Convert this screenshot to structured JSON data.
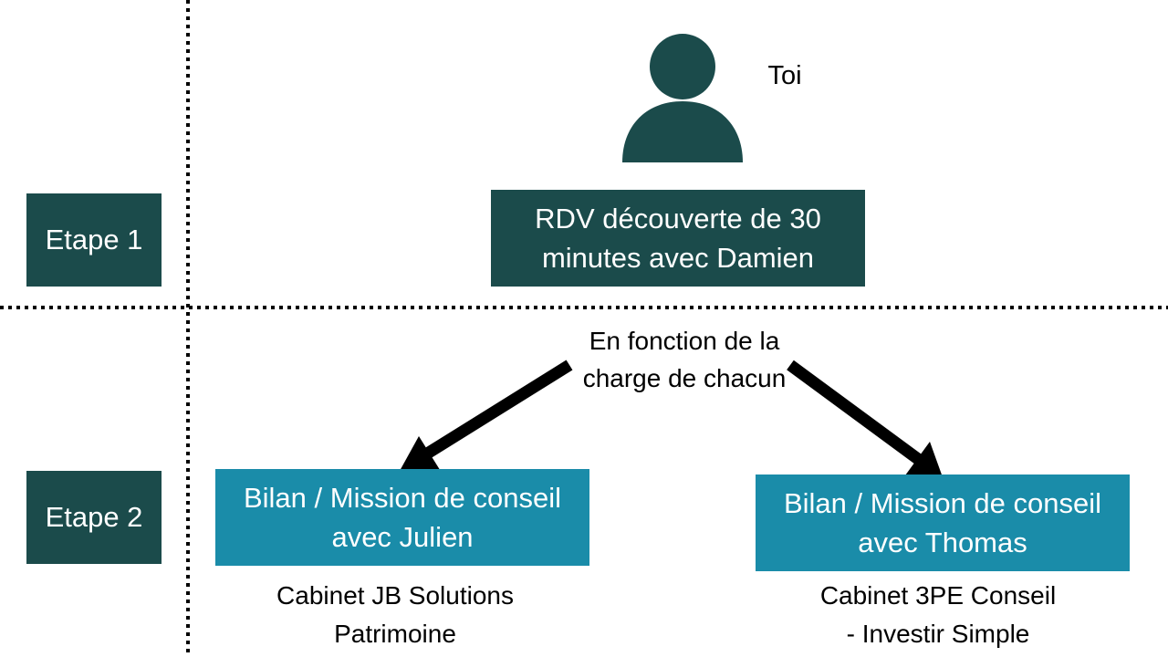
{
  "person": {
    "icon": "person-icon",
    "label": "Toi"
  },
  "steps": [
    {
      "label": "Etape 1"
    },
    {
      "label": "Etape 2"
    }
  ],
  "discovery": {
    "line1": "RDV découverte de 30",
    "line2": "minutes avec Damien"
  },
  "routing_note": {
    "line1": "En fonction de la",
    "line2": "charge de chacun"
  },
  "options": [
    {
      "box_line1": "Bilan / Mission de conseil",
      "box_line2": "avec Julien",
      "firm_line1": "Cabinet JB Solutions",
      "firm_line2": "Patrimoine"
    },
    {
      "box_line1": "Bilan / Mission de conseil",
      "box_line2": "avec Thomas",
      "firm_line1": "Cabinet 3PE Conseil",
      "firm_line2": "- Investir Simple"
    }
  ],
  "colors": {
    "dark": "#1b4b4b",
    "teal": "#1a8ca9",
    "text": "#000000"
  }
}
